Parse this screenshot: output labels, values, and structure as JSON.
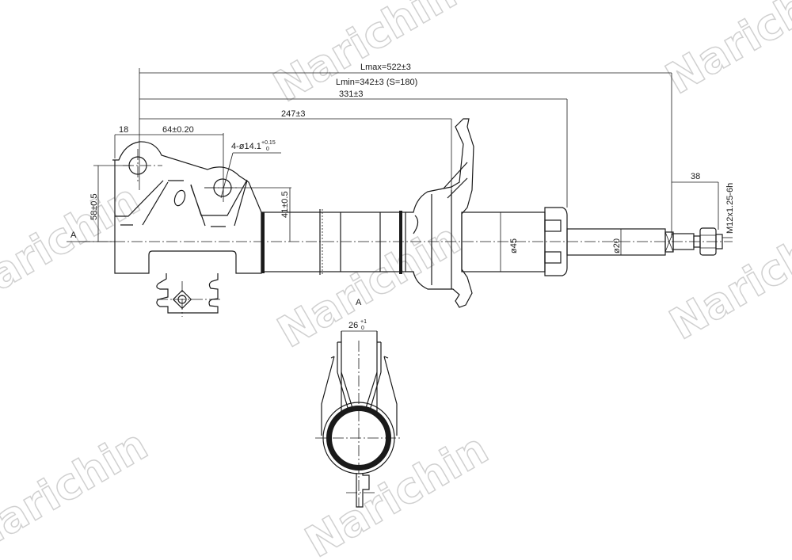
{
  "watermark": "Narichin",
  "dimensions": {
    "lmax": "Lmax=522±3",
    "lmin": "Lmin=342±3 (S=180)",
    "l331": "331±3",
    "l247": "247±3",
    "d18": "18",
    "d64": "64±0.20",
    "holes": "4-ø14.1",
    "holes_tol_upper": "+0.15",
    "holes_tol_lower": "0",
    "h58": "58±0.5",
    "h41": "41±0.5",
    "dia45": "ø45",
    "dia20": "ø20",
    "d38": "38",
    "thread": "M12x1.25-6h",
    "w26": "26",
    "w26_tol_upper": "+1",
    "w26_tol_lower": "0"
  },
  "view_labels": {
    "section_marker": "A",
    "view_title": "A"
  }
}
